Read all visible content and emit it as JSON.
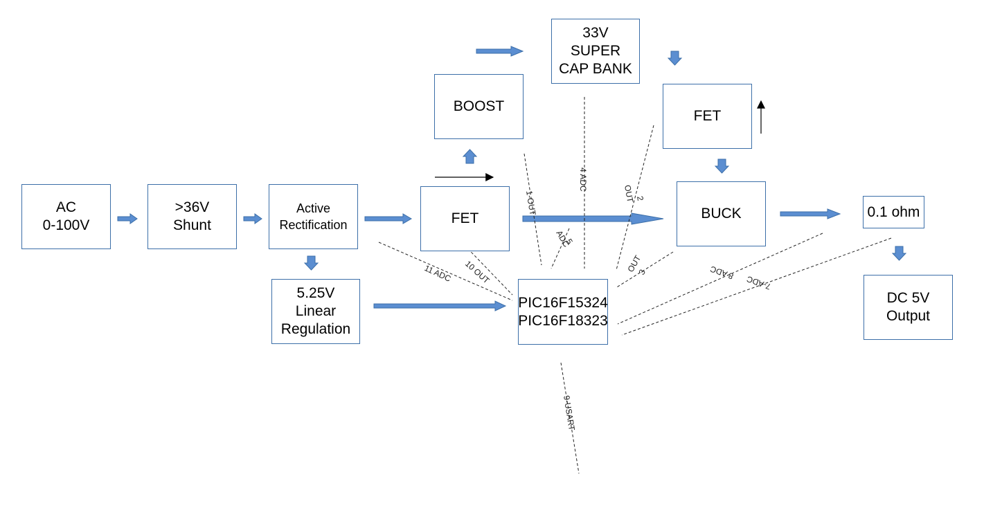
{
  "blocks": {
    "ac": "AC\n0-100V",
    "shunt": ">36V\nShunt",
    "rect": "Active\nRectification",
    "linreg": "5.25V\nLinear\nRegulation",
    "fet_main": "FET",
    "boost": "BOOST",
    "supercap": "33V\nSUPER\nCAP BANK",
    "fet_top": "FET",
    "buck": "BUCK",
    "sense": "0.1 ohm",
    "dcout": "DC 5V\nOutput",
    "mcu": "PIC16F15324\nPIC16F18323"
  },
  "pins": {
    "p1": "1-OUT",
    "p2": "2\nOUT",
    "p3": "3\nOUT",
    "p4": "4 ADC",
    "p5": "5\nADC",
    "p7": "7-ADC",
    "p8": "8 ADC",
    "p9": "9-USART",
    "p10": "10 OUT",
    "p11": "11 ADC"
  },
  "colors": {
    "arrow": "#5b8ed1",
    "arrow_stroke": "#3b6ea8",
    "border": "#3b6ea8"
  }
}
